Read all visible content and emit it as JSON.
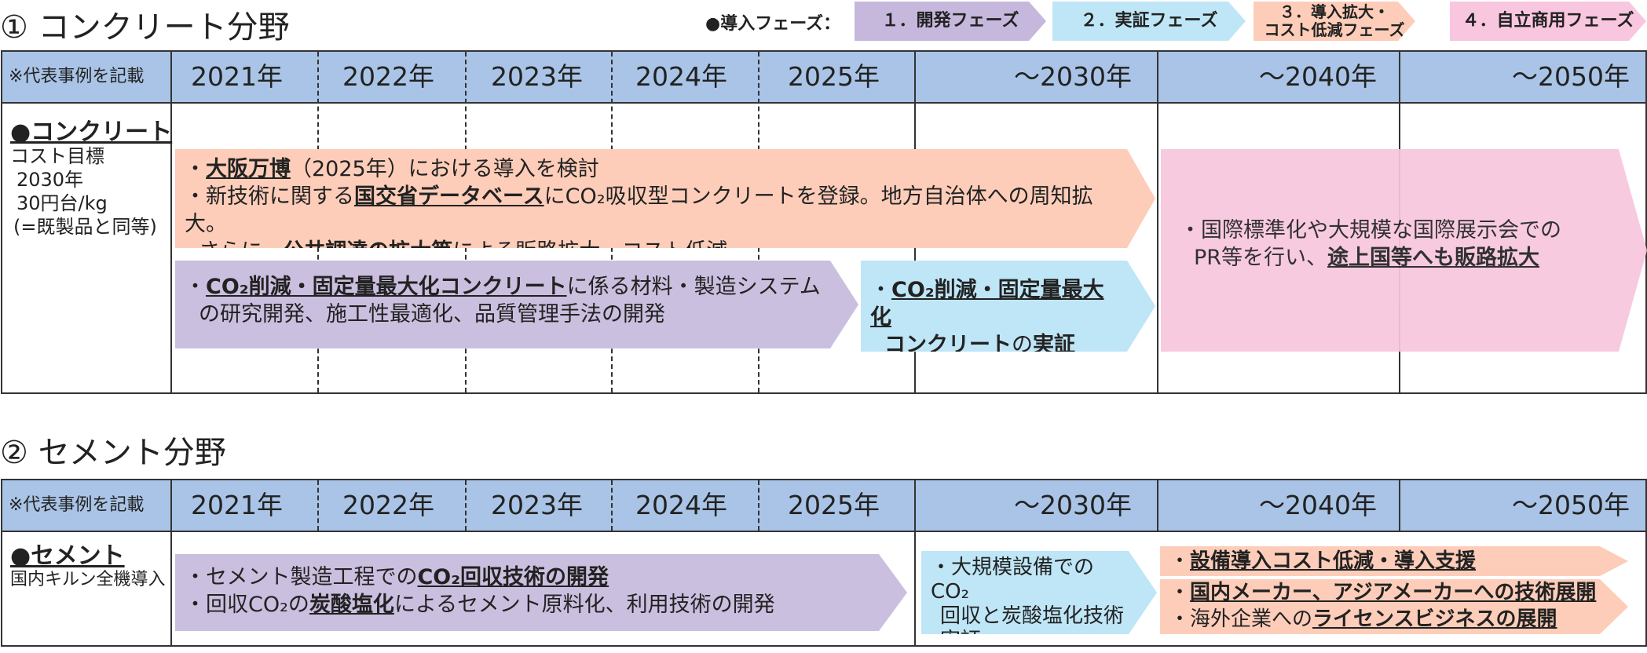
{
  "section1": {
    "title": "① コンクリート分野"
  },
  "section2": {
    "title": "② セメント分野"
  },
  "legend": {
    "label": "●導入フェーズ：",
    "phases": [
      {
        "label": "１．開発フェーズ",
        "color": "#c6b7dc"
      },
      {
        "label": "２．実証フェーズ",
        "color": "#bfe6f7"
      },
      {
        "label": "３．導入拡大・\nコスト低減フェーズ",
        "color": "#fdcdb9"
      },
      {
        "label": "４．自立商用フェーズ",
        "color": "#f8c6de"
      }
    ]
  },
  "header": {
    "note": "※代表事例を記載",
    "years": [
      "2021年",
      "2022年",
      "2023年",
      "2024年",
      "2025年",
      "～2030年",
      "～2040年",
      "～2050年"
    ]
  },
  "concrete": {
    "label_head": "●コンクリート",
    "label_lines": [
      "コスト目標",
      "2030年",
      "30円台/kg",
      "(=既製品と同等)"
    ],
    "a1": {
      "l1_pre": "・",
      "l1_bold": "大阪万博",
      "l1_post": "（2025年）における導入を検討",
      "l2_pre": "・新技術に関する",
      "l2_bold": "国交省データベース",
      "l2_post": "にCO₂吸収型コンクリートを登録。地方自治体への周知拡大。",
      "l3_pre": "さらに、",
      "l3_bold": "公共調達の拡大等",
      "l3_post": "による販路拡大、コスト低減"
    },
    "a2": {
      "l1_pre": "・",
      "l1_bold": "CO₂削減・固定量最大化コンクリート",
      "l1_post": "に係る材料・製造システム",
      "l2": "の研究開発、施工性最適化、品質管理手法の開発"
    },
    "a3": {
      "l1_pre": "・",
      "l1_bold": "CO₂削減・固定量最大化",
      "l2_bold": "コンクリート",
      "l2_mid": "の",
      "l2_bold2": "実証"
    },
    "a4": {
      "l1": "・国際標準化や大規模な国際展示会での",
      "l2_pre": "PR等を行い、",
      "l2_bold": "途上国等へも販路拡大"
    }
  },
  "cement": {
    "label_head": "●セメント",
    "label_line": "国内キルン全機導入",
    "a1": {
      "l1_pre": "・セメント製造工程での",
      "l1_bold": "CO₂回収技術の開発",
      "l2_pre": "・回収CO₂の",
      "l2_bold": "炭酸塩化",
      "l2_post": "によるセメント原料化、利用技術の開発"
    },
    "a2": {
      "l1": "・大規模設備でのCO₂",
      "l2": "回収と炭酸塩化技術",
      "l3": "実証"
    },
    "a3": {
      "l1_pre": "・",
      "l1_bold": "設備導入コスト低減・導入支援"
    },
    "a4": {
      "l1_pre": "・",
      "l1_bold": "国内メーカー、アジアメーカーへの技術展開",
      "l2_pre": "・海外企業への",
      "l2_bold": "ライセンスビジネスの展開"
    }
  }
}
